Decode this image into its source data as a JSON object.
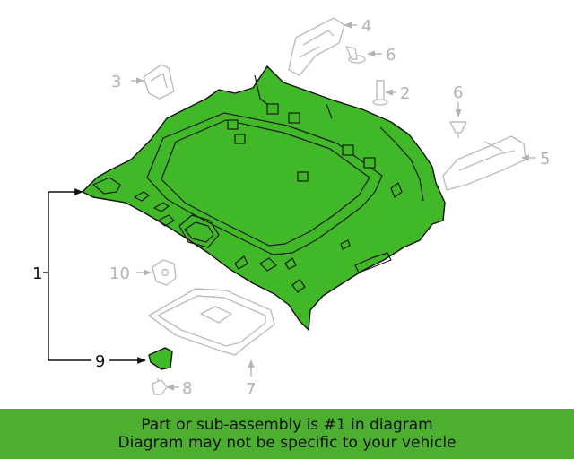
{
  "callouts": {
    "c1": "1",
    "c2": "2",
    "c3": "3",
    "c4": "4",
    "c5": "5",
    "c6a": "6",
    "c6b": "6",
    "c7": "7",
    "c8": "8",
    "c9": "9",
    "c10": "10"
  },
  "banner": {
    "line1": "Part or sub-assembly is #1 in diagram",
    "line2": "Diagram may not be specific to your vehicle"
  },
  "colors": {
    "highlight": "#41b828",
    "banner": "#4caf30",
    "ghost": "#bdbdbd"
  }
}
